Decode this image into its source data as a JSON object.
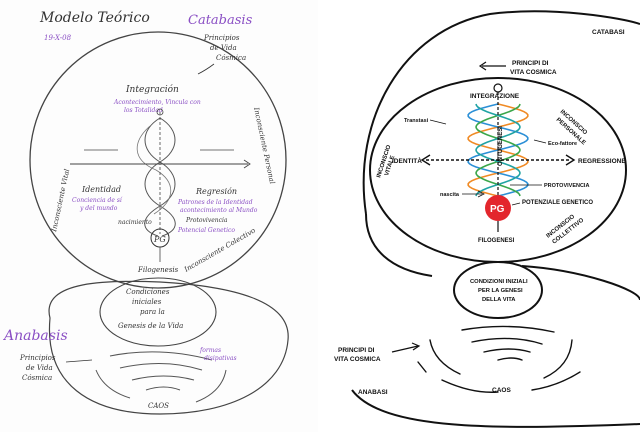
{
  "sketch": {
    "title": "Modelo Teórico",
    "date": "19-X-08",
    "catabasis": "Catabasis",
    "anabasis": "Anabasis",
    "principios_top": [
      "Principios",
      "de Vida",
      "Cósmica"
    ],
    "integracion": "Integración",
    "integracion_note": [
      "Acontecimiento, Vincula con",
      "los Totalidad"
    ],
    "identidad": "Identidad",
    "identidad_note": [
      "Conciencia de sí",
      "y del mundo"
    ],
    "regresion": "Regresión",
    "regresion_note": [
      "Patrones de la Identidad",
      "acontecimiento al Mundo"
    ],
    "protovivencia": "Protovivencia",
    "potencial_genetico": "Potencial Genetico",
    "nacimiento": "nacimiento",
    "pg": "PG",
    "filogenesis": "Filogenesis",
    "inconsciente_vital": "Inconsciente Vital",
    "inconsciente_personal": "Inconsciente Personal",
    "inconsciente_colectivo": "Inconsciente Colectivo",
    "condiciones": [
      "Condiciones",
      "iniciales",
      "para la",
      "Genesis de la Vida"
    ],
    "principios_bottom": [
      "Principios",
      "de Vida",
      "Cósmica"
    ],
    "caos": "CAOS",
    "formas_note": [
      "formas",
      "disipativas"
    ]
  },
  "clean": {
    "catabasi": "CATABASI",
    "principi_top": [
      "PRINCIPI DI",
      "VITA COSMICA"
    ],
    "integrazione": "INTEGRAZIONE",
    "inconscio_personale": [
      "INCONSCIO",
      "PERSONALE"
    ],
    "transtasi": "Transtasi",
    "eco_fattore": "Eco-fattore",
    "inconscio_vitale": [
      "INCONSCIO",
      "VITALE"
    ],
    "identita": "IDENTITÀ",
    "ontogenesi": "ONTOGENESI",
    "regressione": "REGRESSIONE",
    "protovivencia": "PROTOVIVENCIA",
    "nascita": "nascita",
    "pg": "PG",
    "potenziale_genetico": "POTENZIALE GENETICO",
    "inconscio_collettivo": [
      "INCONSCIO",
      "COLLETTIVO"
    ],
    "filogenesi": "FILOGENESI",
    "condizioni": [
      "CONDIZIONI INIZIALI",
      "PER LA GENESI",
      "DELLA VITA"
    ],
    "principi_bottom": [
      "PRINCIPI DI",
      "VITA COSMICA"
    ],
    "caos": "CAOS",
    "anabasi": "ANABASI",
    "colors": {
      "pg_fill": "#e3262d",
      "helix_orange": "#f08a24",
      "helix_blue": "#2b8fd6",
      "helix_green": "#3aa64a",
      "helix_teal": "#20a3a3"
    }
  }
}
